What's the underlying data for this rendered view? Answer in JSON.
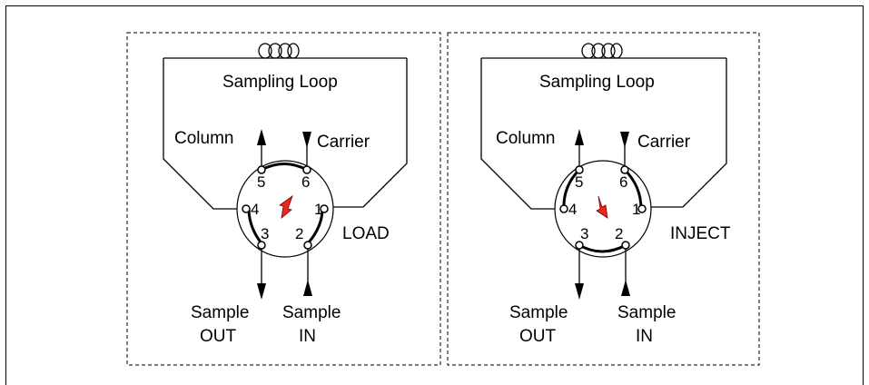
{
  "panels": [
    {
      "loop_label": "Sampling Loop",
      "column_label": "Column",
      "carrier_label": "Carrier",
      "mode_label": "LOAD",
      "sample_out": [
        "Sample",
        "OUT"
      ],
      "sample_in": [
        "Sample",
        "IN"
      ],
      "ports": [
        "1",
        "2",
        "3",
        "4",
        "5",
        "6"
      ]
    },
    {
      "loop_label": "Sampling Loop",
      "column_label": "Column",
      "carrier_label": "Carrier",
      "mode_label": "INJECT",
      "sample_out": [
        "Sample",
        "OUT"
      ],
      "sample_in": [
        "Sample",
        "IN"
      ],
      "ports": [
        "1",
        "2",
        "3",
        "4",
        "5",
        "6"
      ]
    }
  ],
  "colors": {
    "rotor_arrow": "#e8281e",
    "line": "#000000"
  }
}
